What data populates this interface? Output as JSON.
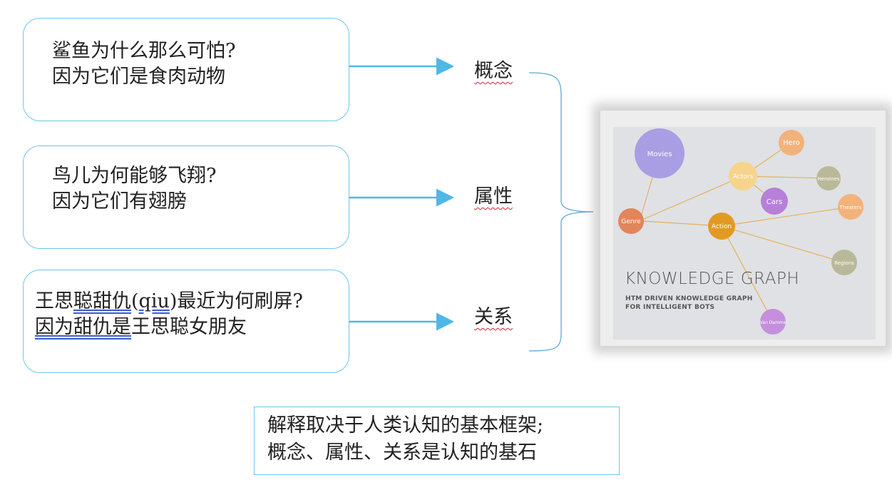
{
  "questions": [
    {
      "line1": "鲨鱼为什么那么可怕?",
      "line2": "因为它们是食肉动物"
    },
    {
      "line1": "鸟儿为何能够飞翔?",
      "line2": "因为它们有翅膀"
    },
    {
      "line1_a": "王思",
      "line1_b": "聪甜仇",
      "line1_c": "(",
      "line1_d": "qiu",
      "line1_e": ")最近为何刷屏?",
      "line2_a": "因为甜仇是",
      "line2_b": "王思聪女朋友"
    }
  ],
  "concepts": [
    "概念",
    "属性",
    "关系"
  ],
  "knowledge_graph": {
    "title": "KNOWLEDGE GRAPH",
    "subtitle": "HTM DRIVEN KNOWLEDGE GRAPH FOR INTELLIGENT BOTS",
    "nodes": [
      {
        "label": "Movies",
        "color": "#a99ee3"
      },
      {
        "label": "Hero",
        "color": "#f3b27a"
      },
      {
        "label": "Actors",
        "color": "#f6d48b"
      },
      {
        "label": "Heroines",
        "color": "#b9b99a"
      },
      {
        "label": "Cars",
        "color": "#b780d8"
      },
      {
        "label": "Theaters",
        "color": "#f3b27a"
      },
      {
        "label": "Genre",
        "color": "#e2855a"
      },
      {
        "label": "Action",
        "color": "#e39a22"
      },
      {
        "label": "Regions",
        "color": "#b9b99a"
      },
      {
        "label": "Van Damme",
        "color": "#c58fdd"
      }
    ]
  },
  "summary": {
    "line1": "解释取决于人类认知的基本框架;",
    "line2": "概念、属性、关系是认知的基石"
  },
  "colors": {
    "box_border": "#6cc6ec",
    "arrow": "#4eb8e6",
    "wavy": "#d23",
    "edge": "#e5b15c"
  }
}
